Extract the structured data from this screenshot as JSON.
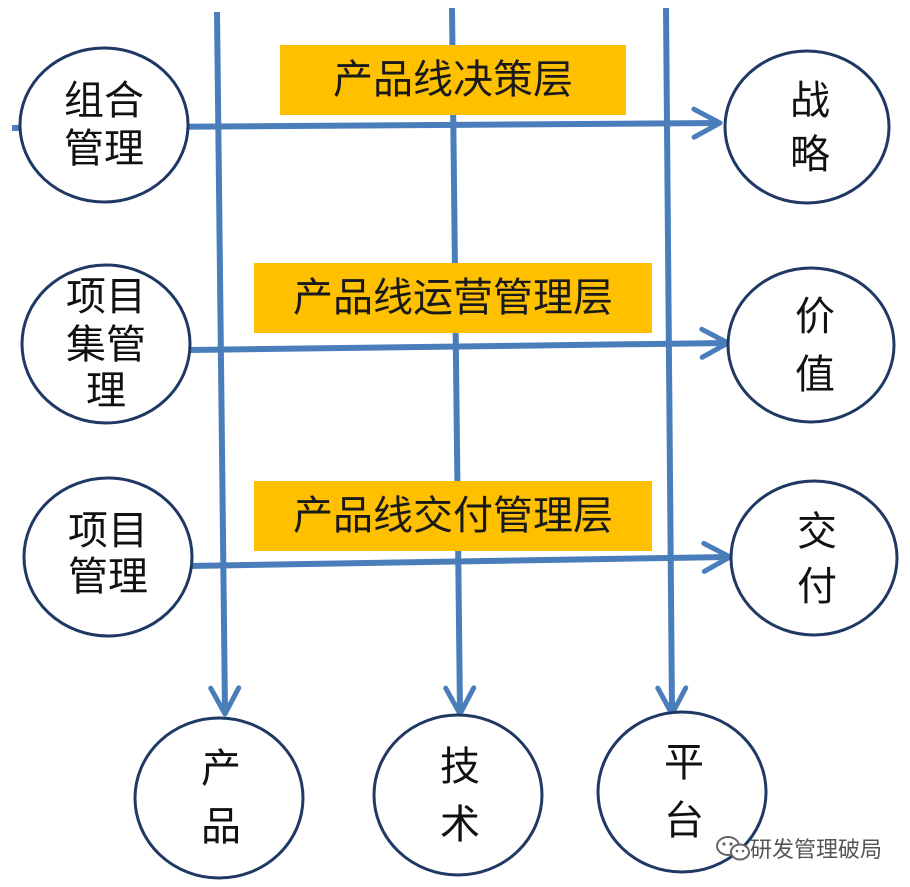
{
  "colors": {
    "line": "#4A7EBB",
    "band": "#FFC000",
    "circle_stroke": "#1F3864",
    "text": "#111111"
  },
  "layers": [
    {
      "label": "产品线决策层"
    },
    {
      "label": "产品线运营管理层"
    },
    {
      "label": "产品线交付管理层"
    }
  ],
  "left_nodes": [
    {
      "lines": [
        "组合",
        "管理"
      ]
    },
    {
      "lines": [
        "项目",
        "集管",
        "理"
      ]
    },
    {
      "lines": [
        "项目",
        "管理"
      ]
    }
  ],
  "right_nodes": [
    {
      "lines": [
        "战",
        "略"
      ]
    },
    {
      "lines": [
        "价",
        "值"
      ]
    },
    {
      "lines": [
        "交",
        "付"
      ]
    }
  ],
  "bottom_nodes": [
    {
      "lines": [
        "产",
        "品"
      ]
    },
    {
      "lines": [
        "技",
        "术"
      ]
    },
    {
      "lines": [
        "平",
        "台"
      ]
    }
  ],
  "watermark": {
    "text": "研发管理破局",
    "icon": "wechat-icon"
  }
}
